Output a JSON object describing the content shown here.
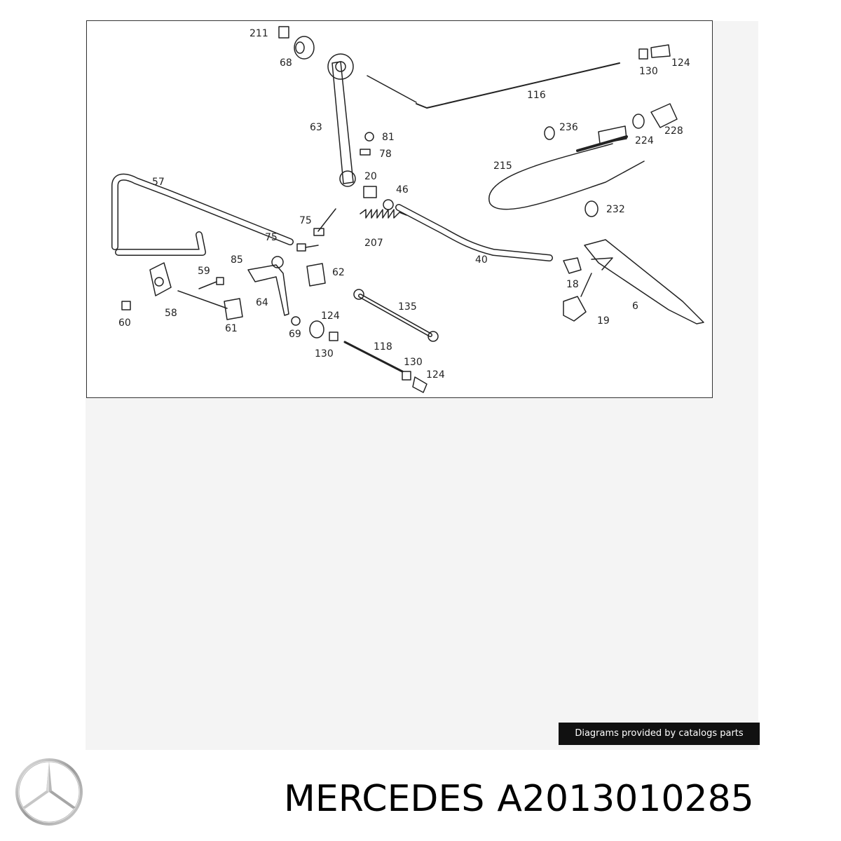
{
  "diagram": {
    "part_labels": [
      "211",
      "68",
      "130",
      "124",
      "116",
      "63",
      "81",
      "78",
      "236",
      "228",
      "224",
      "215",
      "57",
      "20",
      "46",
      "232",
      "75",
      "75",
      "207",
      "85",
      "62",
      "40",
      "59",
      "18",
      "58",
      "64",
      "124",
      "135",
      "6",
      "60",
      "61",
      "69",
      "19",
      "130",
      "118",
      "130",
      "124"
    ]
  },
  "caption": "Diagrams provided by catalogs parts",
  "brand": {
    "name": "MERCEDES",
    "part_number": "A2013010285"
  },
  "logo_icon": "mercedes-star-logo"
}
